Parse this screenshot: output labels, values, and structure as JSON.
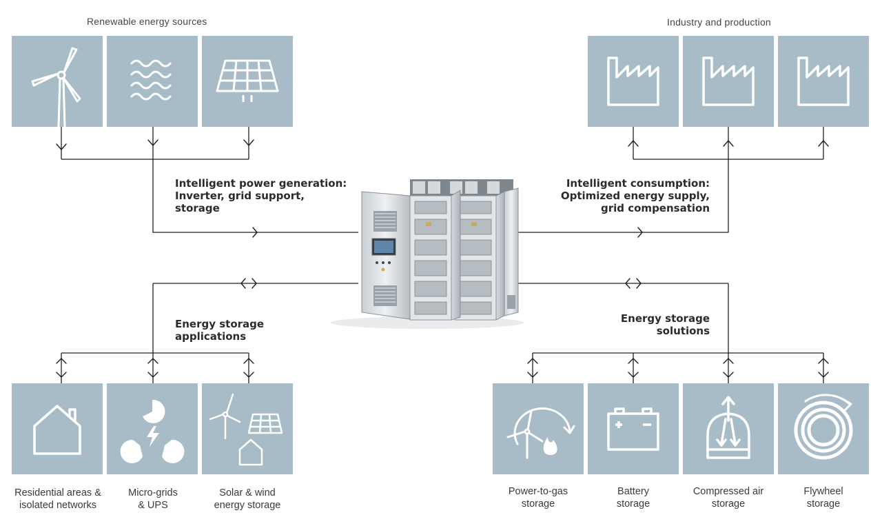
{
  "groups": {
    "renewable_title": "Renewable energy sources",
    "industry_title": "Industry and production"
  },
  "flows": {
    "generation": [
      "Intelligent power generation:",
      "Inverter, grid support,",
      "storage"
    ],
    "consumption": [
      "Intelligent consumption:",
      "Optimized energy supply,",
      "grid compensation"
    ],
    "storage_applications": [
      "Energy storage",
      "applications"
    ],
    "storage_solutions": [
      "Energy storage",
      "solutions"
    ]
  },
  "applications": [
    {
      "line1": "Residential areas &",
      "line2": "isolated networks",
      "icon": "house-icon"
    },
    {
      "line1": "Micro-grids",
      "line2": "& UPS",
      "icon": "microgrid-icon"
    },
    {
      "line1": "Solar & wind",
      "line2": "energy storage",
      "icon": "solar-wind-house-icon"
    }
  ],
  "solutions": [
    {
      "line1": "Power-to-gas",
      "line2": "storage",
      "icon": "power-to-gas-icon"
    },
    {
      "line1": "Battery",
      "line2": "storage",
      "icon": "battery-icon"
    },
    {
      "line1": "Compressed air",
      "line2": "storage",
      "icon": "compressed-air-icon"
    },
    {
      "line1": "Flywheel",
      "line2": "storage",
      "icon": "flywheel-icon"
    }
  ],
  "renewable_icons": [
    "wind-turbine-icon",
    "water-waves-icon",
    "solar-panel-icon"
  ],
  "industry_icons": [
    "factory-icon",
    "factory-icon",
    "factory-icon"
  ],
  "colors": {
    "tile": "#a7bcc6",
    "line": "#1e1e1e",
    "icon_stroke": "#ffffff"
  }
}
